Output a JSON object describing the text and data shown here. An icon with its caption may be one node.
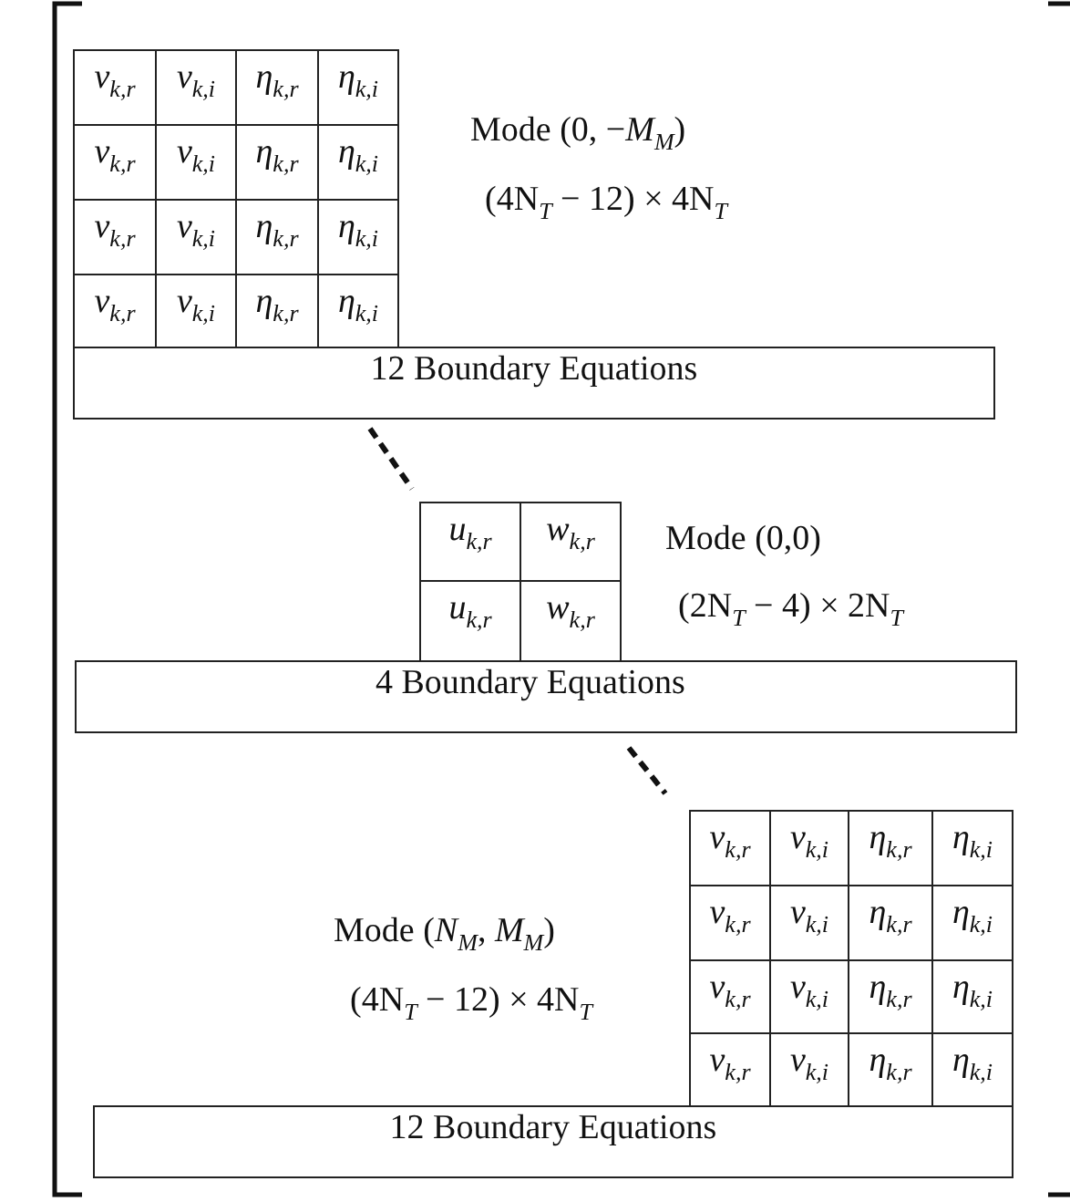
{
  "diagram": {
    "nodes": [
      {
        "text": [
          "12 Boundary Equations"
        ]
      },
      {
        "text": [
          "4 Boundary Equations"
        ]
      },
      {
        "text": [
          "12 Boundary Equations"
        ]
      }
    ],
    "labels": [
      "*v*$_{k,r}$",
      "*v*$_{k,i}$",
      "*η*$_{k,r}$",
      "*η*$_{k,i}$",
      "*v*$_{k,r}$",
      "*v*$_{k,i}$",
      "*η*$_{k,r}$",
      "*η*$_{k,i}$",
      "*v*$_{k,r}$",
      "*v*$_{k,i}$",
      "*η*$_{k,r}$",
      "*η*$_{k,i}$",
      "*v*$_{k,r}$",
      "*v*$_{k,i}$",
      "*η*$_{k,r}$",
      "*η*$_{k,i}$",
      "Mode (0, −*M*$_{M}$)",
      "(4N$_{T}$ − 12) × 4N$_{T}$",
      "*u*$_{k,r}$",
      "*w*$_{k,r}$",
      "*u*$_{k,r}$",
      "*w*$_{k,r}$",
      "Mode (0,0)",
      "(2N$_{T}$ − 4) × 2N$_{T}$",
      "Mode (*N*$_{M}$, *M*$_{M}$)",
      "(4N$_{T}$ − 12) × 4N$_{T}$",
      "*v*$_{k,r}$",
      "*v*$_{k,i}$",
      "*η*$_{k,r}$",
      "*η*$_{k,i}$",
      "*v*$_{k,r}$",
      "*v*$_{k,i}$",
      "*η*$_{k,r}$",
      "*η*$_{k,i}$",
      "*v*$_{k,r}$",
      "*v*$_{k,i}$",
      "*η*$_{k,r}$",
      "*η*$_{k,i}$",
      "*v*$_{k,r}$",
      "*v*$_{k,i}$",
      "*η*$_{k,r}$",
      "*η*$_{k,i}$"
    ]
  }
}
